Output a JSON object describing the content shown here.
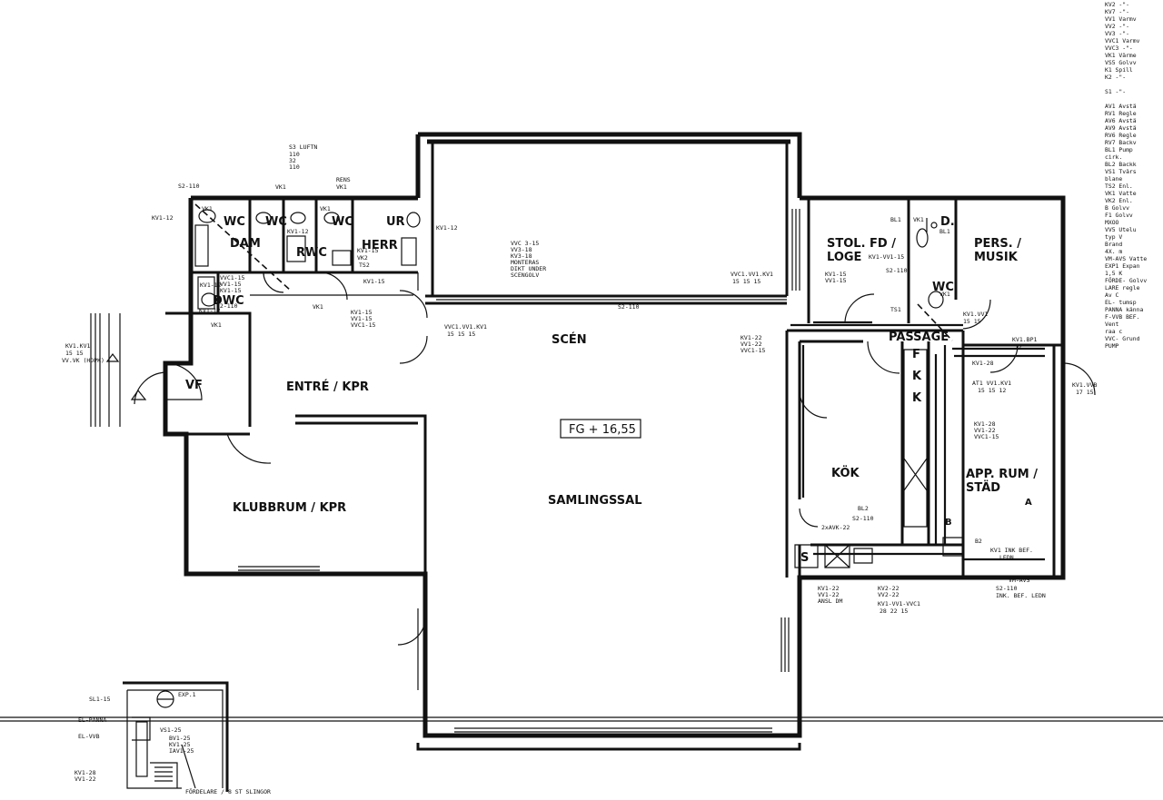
{
  "rooms": {
    "wc1": "WC",
    "wc2": "WC",
    "wc3": "WC",
    "ur": "UR",
    "dam": "DAM",
    "rwc": "RWC",
    "herr": "HERR",
    "dwc": "DWC",
    "vf": "VF",
    "entre": "ENTRÉ / KPR",
    "klubbrum": "KLUBBRUM / KPR",
    "scen": "SCÉN",
    "samlingssal": "SAMLINGSSAL",
    "floor_level": "FG + 16,55",
    "stol": "STOL. FD /",
    "loge": "LOGE",
    "d": "D.",
    "pers": "PERS. /",
    "musik": "MUSIK",
    "wc4": "WC",
    "passage": "PASSAGE",
    "kok": "KÖK",
    "app": "APP. RUM /",
    "stad": "STÄD",
    "f": "F",
    "k1": "K",
    "k2": "K",
    "s": "S",
    "b": "B",
    "a": "A"
  },
  "tags": {
    "s3luftn": "S3 LUFTN",
    "t110": "110",
    "t32": "32",
    "t110b": "110",
    "rens": "RENS",
    "vk1a": "VK1",
    "vk1b": "VK1",
    "vk1c": "VK1",
    "vk1d": "VK1",
    "s2_110a": "S2-110",
    "kv1_12a": "KV1-12",
    "kv1_12b": "KV1-12",
    "kv1_12c": "KV1-12",
    "kv1_15a": "KV1-15",
    "vk2": "VK2",
    "ts2": "TS2",
    "vvc1_15a": "VVC1-15",
    "vv1_15a": "VV1-15",
    "kv1_15b": "KV1-15",
    "kv1_12d": "KV1-12",
    "s2_110b": "S2-110",
    "kv1kv1": "KV1.KV1",
    "n1515": "15 15",
    "vvvk": "VV.VK (HOPK)",
    "kv1_12e": "KV1-12",
    "vk1e": "VK1",
    "vk1f": "VK1",
    "kv1_15c": "KV1-15",
    "vv1_15b": "VV1-15",
    "vvc1_15b": "VVC1-15",
    "kv1_15d": "KV1-15",
    "vvc1vv1kv1": "VVC1.VV1.KV1",
    "n151515": "15 15 15",
    "vvc3_15": "VVC 3-15",
    "vv3_18": "VV3-18",
    "kv3_18": "KV3-18",
    "monteras": "MONTERAS",
    "dikt": "DIKT UNDER",
    "scengolv": "SCENGOLV",
    "s2_110c": "S2-110",
    "vvc1vv1kv1b": "VVC1.VV1.KV1",
    "n151515b": "15 15 15",
    "kv1_22a": "KV1-22",
    "vv1_22a": "VV1-22",
    "vvc1_15c": "VVC1-15",
    "bl1a": "BL1",
    "d_bl1": "BL1",
    "vk1g": "VK1",
    "kv1vv1_15": "KV1-VV1-15",
    "kv1_15e": "KV1-15",
    "vv1_15c": "VV1-15",
    "s2_110d": "S2-110",
    "ts1": "TS1",
    "vk1h": "VK1",
    "kv1vv1": "KV1.VV1",
    "n1515b": "15 15",
    "kv1bp1": "KV1.BP1",
    "n12": "12",
    "kv1_28a": "KV1-28",
    "kv1vv1kv1": "AT1 VV1.KV1",
    "n151512": "15 15 12",
    "kv1_28b": "KV1-28",
    "vv1_22b": "VV1-22",
    "vvc1_15d": "VVC1-15",
    "kv1vvb": "KV1.VVB",
    "n1715": "17 15",
    "bl2": "BL2",
    "s2_110e": "S2-110",
    "avk": "2xAVK-22",
    "b2": "B2",
    "kv1ink": "KV1 INK BEF.",
    "ledn": "LEDN.",
    "kv1_22b": "KV1-22",
    "vv1_22c": "VV1-22",
    "ansl": "ANSL DM",
    "kv2_22": "KV2-22",
    "vv2_22": "VV2-22",
    "kv1vv1vvc1": "KV1-VV1-VVC1",
    "n282215": "28 22 15",
    "vmavs": "VM-AVS",
    "s2_110f": "S2-110",
    "ink": "INK. BEF. LEDN",
    "exp1": "EXP.1",
    "sl1_15": "SL1-15",
    "elpanna": "EL-PANNA",
    "elvvb": "EL-VVB",
    "vs1_25": "VS1-25",
    "bv1_25": "BV1-25",
    "kv1_25": "KV1-25",
    "iav1_25": "IAV1-25",
    "kv1_28c": "KV1-28",
    "vv1_22d": "VV1-22",
    "fordelare": "FÖRDELARE / 8 ST SLINGOR"
  },
  "legend": [
    "KV2   -\"-",
    "KV7   -\"-",
    "VV1   Varmv",
    "VV2   -\"-",
    "VV3   -\"-",
    "VVC1  Varmv",
    "VVC3  -\"-",
    "VK1   Värme",
    "VS5   Golvv",
    "K1    Spill",
    "K2    -\"-",
    "",
    "S1    -\"-",
    "",
    "AV1   Avstä",
    "RV1   Regle",
    "AV6   Avstä",
    "AV9   Avstä",
    "RV6   Regle",
    "RV7   Backv",
    "BL1   Pump",
    "      cirk.",
    "BL2   Backk",
    "VS1   Tvärs",
    "      blane",
    "TS2   Enl.",
    "VK1   Vatte",
    "VK2   Enl.",
    "B     Golvv",
    "F1    Golvv",
    "      MXOO",
    "VV5   Utelu",
    "      typ V",
    "      Brand",
    "      4X. m",
    "VM-AVS Vatte",
    "EXP1  Expan",
    "      1,5 K",
    "FÖRDE-  Golvv",
    "LARE  regle",
    "      Av C",
    "EL-   tumsp",
    "PANNA  känna",
    "F-VVB  BEF.",
    "      Vent",
    "      raa c",
    "VVC-  Grund",
    "PUMP"
  ]
}
